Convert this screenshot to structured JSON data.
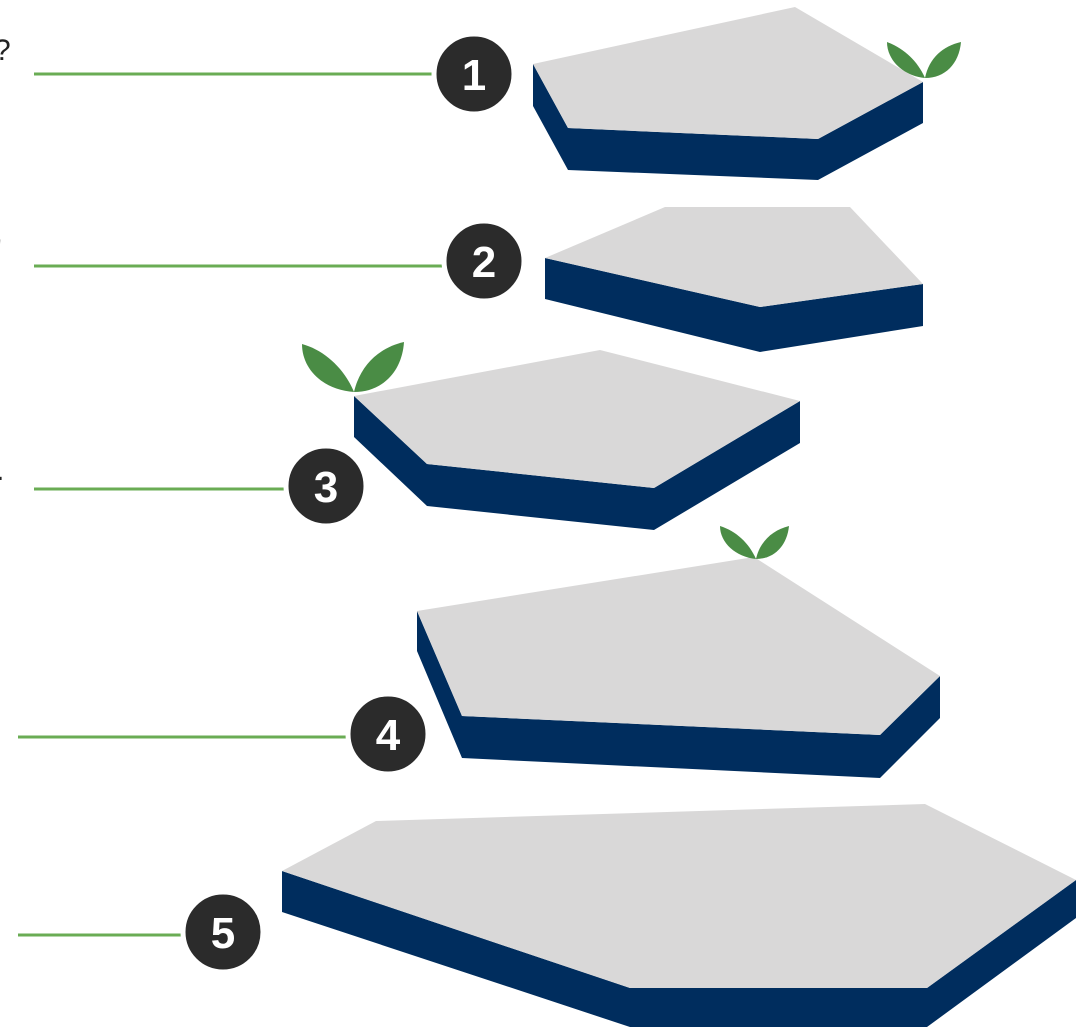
{
  "colors": {
    "stone_top": "#d9d8d8",
    "stone_side": "#002d5e",
    "leaf": "#4a8c45",
    "connector": "#6aac54",
    "badge_fill": "#2b2b2b",
    "badge_ring": "#ffffff"
  },
  "steps": [
    {
      "number": "1",
      "has_sprout": true
    },
    {
      "number": "2",
      "has_sprout": false
    },
    {
      "number": "3",
      "has_sprout": true
    },
    {
      "number": "4",
      "has_sprout": true
    },
    {
      "number": "5",
      "has_sprout": false
    }
  ],
  "edge_marks": [
    "?",
    "'",
    "."
  ]
}
